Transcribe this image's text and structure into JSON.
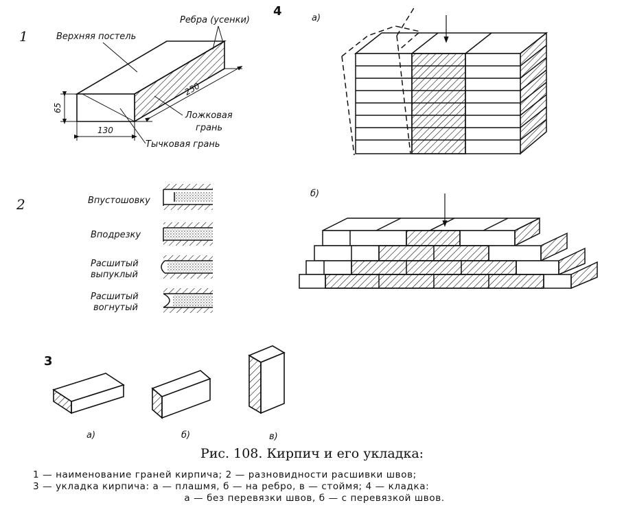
{
  "panel1": {
    "number": "1",
    "top_bed": "Верхняя постель",
    "edges": "Ребра (усенки)",
    "stretcher_face_1": "Ложковая",
    "stretcher_face_2": "грань",
    "header_face": "Тычковая грань",
    "dim_height": "65",
    "dim_width": "130",
    "dim_length": "250"
  },
  "panel2": {
    "number": "2",
    "joint_types": [
      {
        "line1": "Впустошовку",
        "line2": ""
      },
      {
        "line1": "Вподрезку",
        "line2": ""
      },
      {
        "line1": "Расшитый",
        "line2": "выпуклый"
      },
      {
        "line1": "Расшитый",
        "line2": "вогнутый"
      }
    ]
  },
  "panel3": {
    "number": "3",
    "label_a": "а)",
    "label_b": "б)",
    "label_v": "в)"
  },
  "panel4": {
    "number": "4",
    "label_a": "а)",
    "label_b": "б)"
  },
  "caption": {
    "title": "Рис. 108. Кирпич и его укладка:",
    "line1": "1 — наименование граней кирпича;  2 — разновидности  расшивки  швов;",
    "line2": "3 — укладка кирпича:  а — плашмя,  б — на ребро,  в — стоймя;  4 — кладка:",
    "line3": "а — без перевязки швов,  б — с перевязкой швов."
  }
}
